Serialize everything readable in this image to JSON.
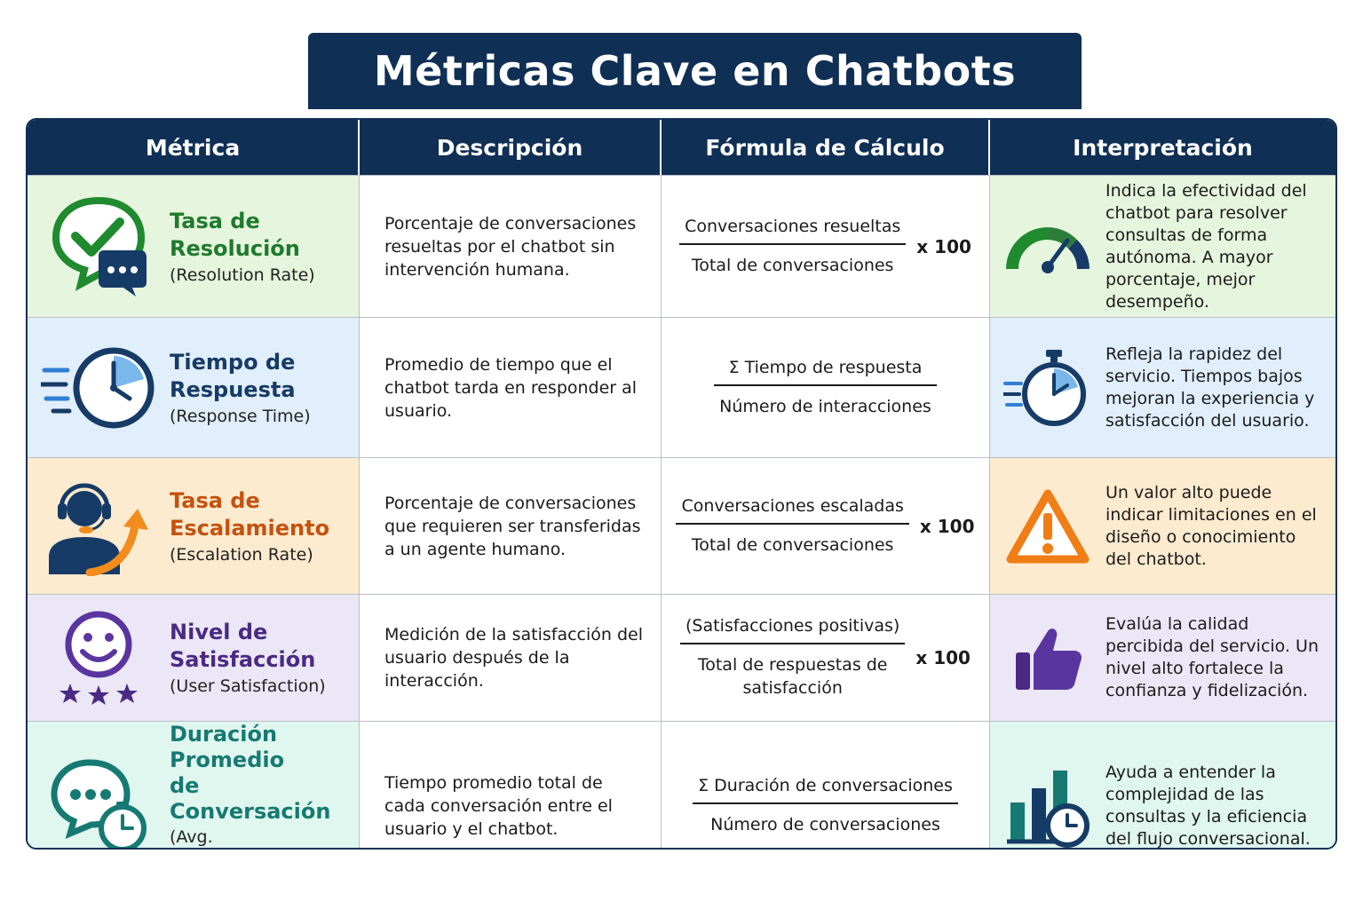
{
  "title": "Métricas Clave en Chatbots",
  "headers": [
    "Métrica",
    "Descripción",
    "Fórmula de Cálculo",
    "Interpretación"
  ],
  "rows": [
    {
      "name_line1": "Tasa de",
      "name_line2": "Resolución",
      "english": "(Resolution Rate)",
      "description": "Porcentaje de conversaciones resueltas por el chatbot sin intervención humana.",
      "numerator": "Conversaciones resueltas",
      "denominator": "Total de conversaciones",
      "multiplier": "x 100",
      "interpretation": "Indica la efectividad del chatbot para resolver consultas de forma autónoma. A mayor porcentaje, mejor desempeño.",
      "metric_icon": "chat-check-icon",
      "interp_icon": "gauge-icon",
      "color": "#1f7a2e"
    },
    {
      "name_line1": "Tiempo de",
      "name_line2": "Respuesta",
      "english": "(Response Time)",
      "description": "Promedio de tiempo que el chatbot tarda en responder al usuario.",
      "numerator": "Σ Tiempo de respuesta",
      "denominator": "Número de interacciones",
      "multiplier": "",
      "interpretation": "Refleja la rapidez del servicio. Tiempos bajos mejoran la experiencia y satisfacción del usuario.",
      "metric_icon": "clock-icon",
      "interp_icon": "stopwatch-icon",
      "color": "#163b66"
    },
    {
      "name_line1": "Tasa de",
      "name_line2": "Escalamiento",
      "english": "(Escalation Rate)",
      "description": "Porcentaje de conversaciones que requieren ser transferidas a un agente humano.",
      "numerator": "Conversaciones escaladas",
      "denominator": "Total de conversaciones",
      "multiplier": "x 100",
      "interpretation": "Un valor alto puede indicar limitaciones en el diseño o conocimiento del chatbot.",
      "metric_icon": "agent-headset-icon",
      "interp_icon": "warning-icon",
      "color": "#c4520e"
    },
    {
      "name_line1": "Nivel de",
      "name_line2": "Satisfacción",
      "english": "(User Satisfaction)",
      "description": "Medición de la satisfacción del usuario después de la interacción.",
      "numerator": "(Satisfacciones positivas)",
      "denominator": "Total de respuestas de satisfacción",
      "multiplier": "x 100",
      "interpretation": "Evalúa la calidad percibida del servicio. Un nivel alto fortalece la confianza y fidelización.",
      "metric_icon": "smiley-stars-icon",
      "interp_icon": "thumbs-up-icon",
      "color": "#4a2a84"
    },
    {
      "name_line1": "Duración Promedio",
      "name_line2": "de Conversación",
      "english": "(Avg. Conversation Duration)",
      "description": "Tiempo promedio total de cada conversación entre el usuario y el chatbot.",
      "numerator": "Σ Duración de conversaciones",
      "denominator": "Número de conversaciones",
      "multiplier": "",
      "interpretation": "Ayuda a entender la complejidad de las consultas y la eficiencia del flujo conversacional.",
      "metric_icon": "chat-timer-icon",
      "interp_icon": "bar-chart-clock-icon",
      "color": "#167a72"
    }
  ]
}
